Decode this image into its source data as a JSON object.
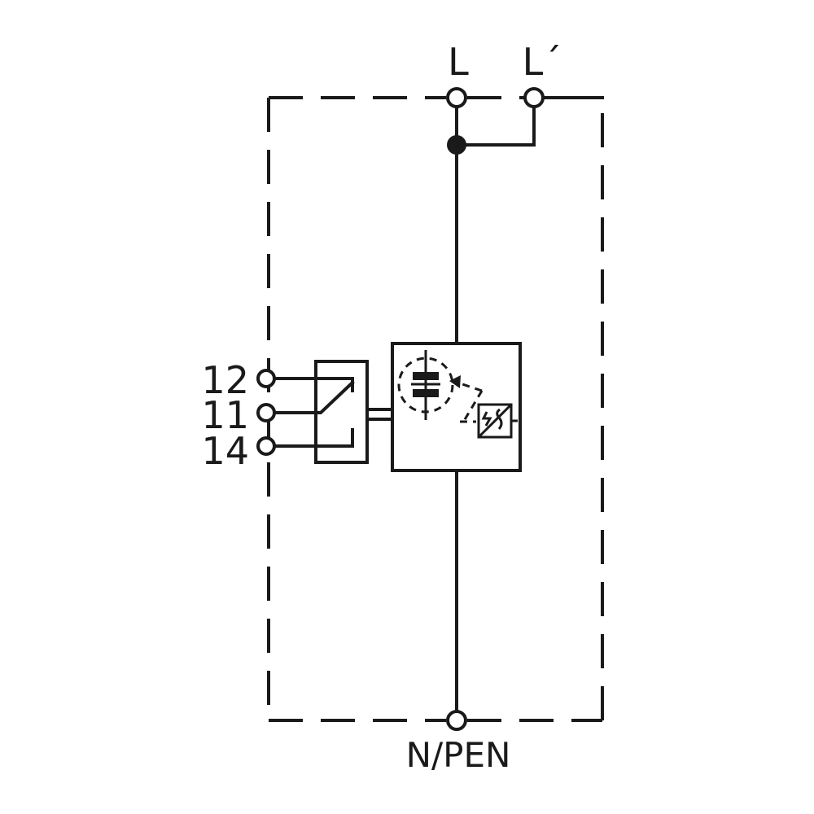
{
  "terminals": {
    "top_left": "L",
    "top_right": "L´",
    "bottom": "N/PEN"
  },
  "contacts": [
    "12",
    "11",
    "14"
  ]
}
